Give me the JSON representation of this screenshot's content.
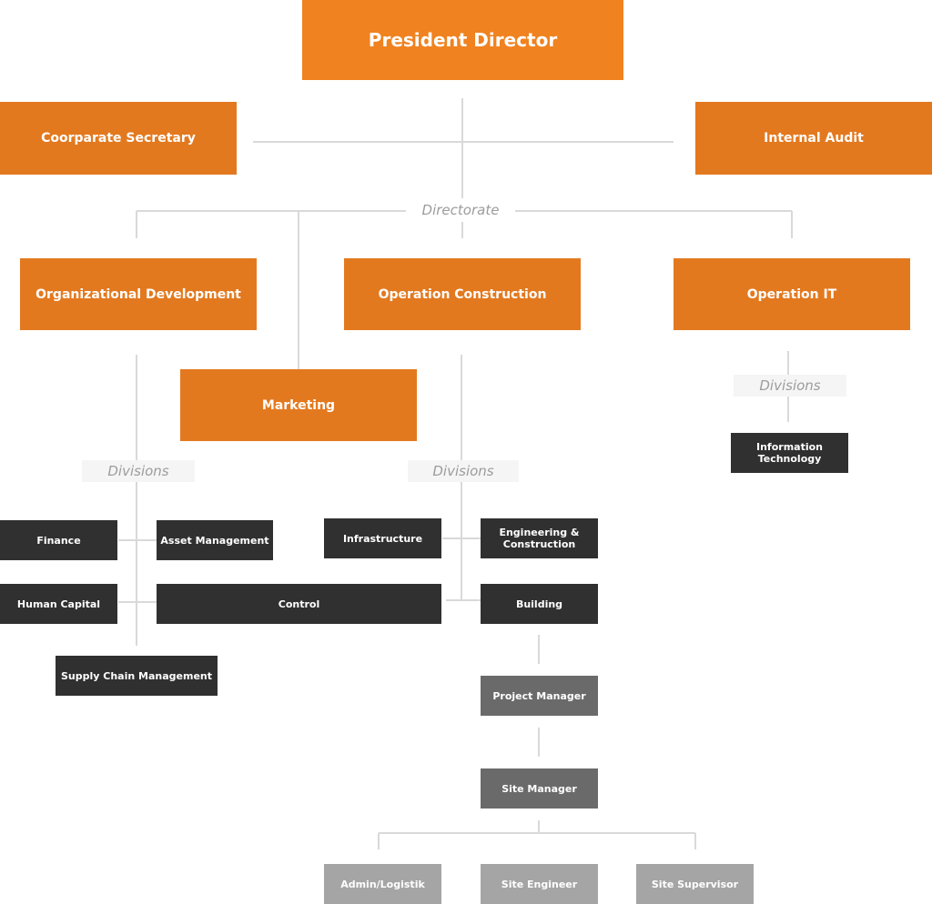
{
  "colors": {
    "orange": "#e3791f",
    "dark": "#303030",
    "medium_gray": "#6a6a6a",
    "light_gray": "#a5a5a5",
    "connector": "#d9d9d9"
  },
  "top": {
    "president": "President Director",
    "corporate_secretary": "Coorparate Secretary",
    "internal_audit": "Internal Audit"
  },
  "labels": {
    "directorate": "Directorate",
    "divisions": "Divisions"
  },
  "directorates": {
    "org_dev": "Organizational Development",
    "op_construction": "Operation Construction",
    "op_it": "Operation IT",
    "marketing": "Marketing"
  },
  "divisions": {
    "finance": "Finance",
    "asset_management": "Asset Management",
    "human_capital": "Human Capital",
    "control": "Control",
    "supply_chain": "Supply Chain Management",
    "infrastructure": "Infrastructure",
    "engineering_construction": "Engineering & Construction",
    "building": "Building",
    "information_technology": "Information Technology"
  },
  "project": {
    "project_manager": "Project Manager",
    "site_manager": "Site Manager",
    "admin_logistik": "Admin/Logistik",
    "site_engineer": "Site Engineer",
    "site_supervisor": "Site Supervisor"
  }
}
